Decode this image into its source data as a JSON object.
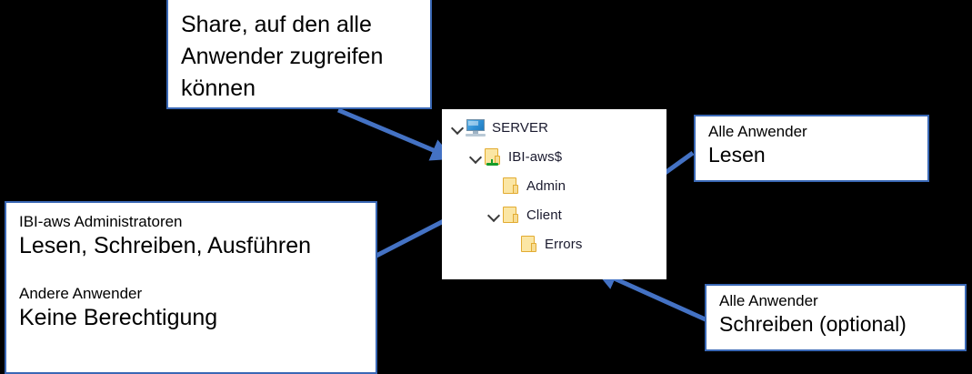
{
  "meta": {
    "bg_color": "#000000",
    "box_border_color": "#3a68b5",
    "arrow_color": "#4472c4",
    "folder_color": "#fbe6a4",
    "share_indicator_color": "#159c2a"
  },
  "callouts": {
    "share": {
      "text": "Share, auf den alle Anwender zugreifen können"
    },
    "admins": {
      "group1_label": "IBI-aws Administratoren",
      "group1_value": "Lesen, Schreiben, Ausführen",
      "group2_label": "Andere Anwender",
      "group2_value": "Keine Berechtigung"
    },
    "read": {
      "label": "Alle Anwender",
      "value": "Lesen"
    },
    "write": {
      "label": "Alle Anwender",
      "value": "Schreiben (optional)"
    }
  },
  "tree": {
    "nodes": [
      {
        "label": "SERVER",
        "icon": "monitor-icon",
        "expanded": true,
        "level": 0
      },
      {
        "label": "IBI-aws$",
        "icon": "shared-folder-icon",
        "expanded": true,
        "level": 1
      },
      {
        "label": "Admin",
        "icon": "folder-icon",
        "expanded": null,
        "level": 2
      },
      {
        "label": "Client",
        "icon": "folder-icon",
        "expanded": true,
        "level": 2
      },
      {
        "label": "Errors",
        "icon": "folder-icon",
        "expanded": null,
        "level": 3
      }
    ]
  }
}
